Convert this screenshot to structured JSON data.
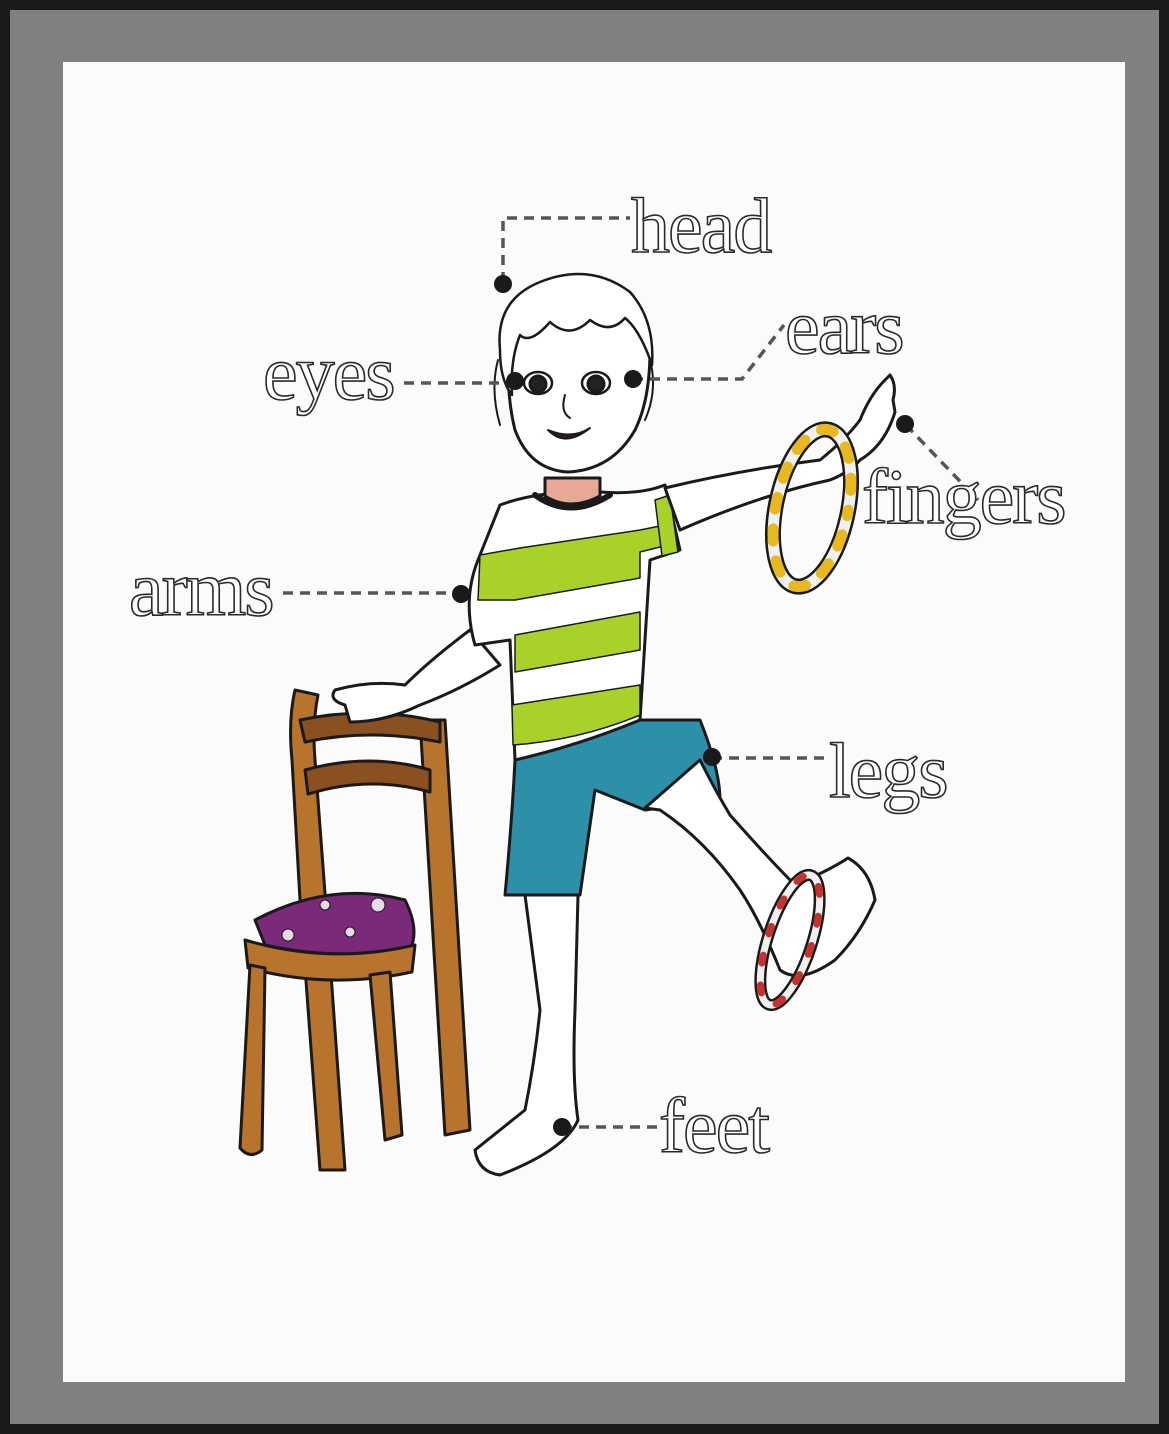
{
  "labels": {
    "head": "head",
    "eyes": "eyes",
    "ears": "ears",
    "fingers": "fingers",
    "arms": "arms",
    "legs": "legs",
    "feet": "feet"
  },
  "colors": {
    "frame": "#1b1b1b",
    "mat": "#808080",
    "paper": "#fbfbfb",
    "shirt_green": "#a8d12a",
    "shorts_blue": "#2d8fa8",
    "chair_wood": "#b8742c",
    "cushion_purple": "#7a2a78",
    "neck_skin": "#e8a898",
    "hoop_yellow": "#e8b820",
    "hoop_red": "#c83030"
  }
}
